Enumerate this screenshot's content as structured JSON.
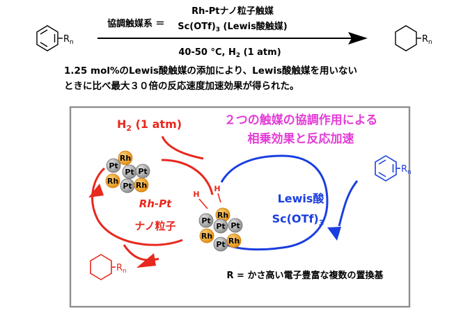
{
  "reaction": {
    "catalyst_system_label": "協調触媒系 ＝",
    "catalyst_line1": "Rh-Ptナノ粒子触媒",
    "catalyst_line2_prefix": "Sc(OTf)",
    "catalyst_line2_sub": "3",
    "catalyst_line2_suffix": " (Lewis酸触媒)",
    "conditions_prefix": "40-50 °C, H",
    "conditions_sub": "2",
    "conditions_suffix": " (1 atm)",
    "substituent": "R",
    "substituent_sub": "n"
  },
  "summary": {
    "line1": "1.25 mol%のLewis酸触媒の添加により、Lewis酸触媒を用いない",
    "line2": "ときに比べ最大３０倍の反応速度加速効果が得られた。"
  },
  "cycle": {
    "h2_prefix": "H",
    "h2_sub": "2",
    "h2_suffix": " (1 atm)",
    "synergy_line1": "２つの触媒の協調作用による",
    "synergy_line2": "相乗効果と反応加速",
    "rhpt_label": "Rh-Pt",
    "nanoparticle_label": "ナノ粒子",
    "lewis_label": "Lewis酸",
    "sc_prefix": "Sc(OTf)",
    "sc_sub": "3",
    "footnote": "R = かさ高い電子豊富な複数の置換基",
    "hydrogen": "H",
    "rh": "Rh",
    "pt": "Pt"
  },
  "colors": {
    "red": "#e8281e",
    "blue": "#1a3ee0",
    "magenta": "#e43bd6",
    "rh_atom": "#f2a21f",
    "pt_atom": "#a8a8a8",
    "frame": "#8f8f8f"
  }
}
